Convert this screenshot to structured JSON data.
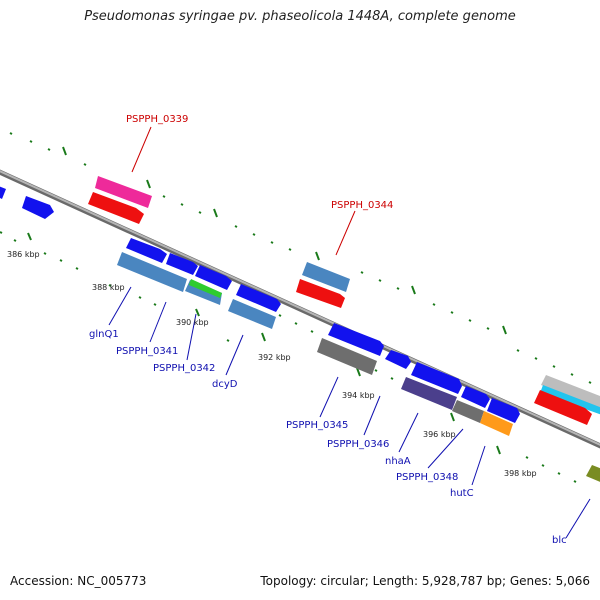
{
  "header": {
    "title": "Pseudomonas syringae pv. phaseolicola 1448A, complete genome"
  },
  "footer": {
    "accession": "Accession: NC_005773",
    "summary": "Topology: circular; Length: 5,928,787 bp; Genes: 5,066"
  },
  "colors": {
    "backbone": "#8c8c8c",
    "tick": "#1a7a1a",
    "label_red": "#cc0000",
    "label_blue": "#1010b0",
    "gene_blue": "#1212ee",
    "gene_steel": "#4a86c0",
    "gene_red": "#ee1010",
    "gene_magenta": "#ee2a9a",
    "gene_gray": "#6e6e6e",
    "gene_slate": "#4b3f8c",
    "gene_orange": "#ff9a1a",
    "gene_green": "#2ecc2e",
    "gene_cyan": "#22c4ee",
    "gene_lightgray": "#bdbdbd",
    "gene_olive": "#7a8c22"
  },
  "scale_labels": [
    "386 kbp",
    "388 kbp",
    "390 kbp",
    "392 kbp",
    "394 kbp",
    "396 kbp",
    "398 kbp"
  ],
  "gene_labels": {
    "PSPPH_0339": "PSPPH_0339",
    "PSPPH_0344": "PSPPH_0344",
    "glnQ1": "glnQ1",
    "PSPPH_0341": "PSPPH_0341",
    "PSPPH_0342": "PSPPH_0342",
    "dcyD": "dcyD",
    "PSPPH_0345": "PSPPH_0345",
    "PSPPH_0346": "PSPPH_0346",
    "nhaA": "nhaA",
    "PSPPH_0348": "PSPPH_0348",
    "hutC": "hutC",
    "blc": "blc"
  }
}
